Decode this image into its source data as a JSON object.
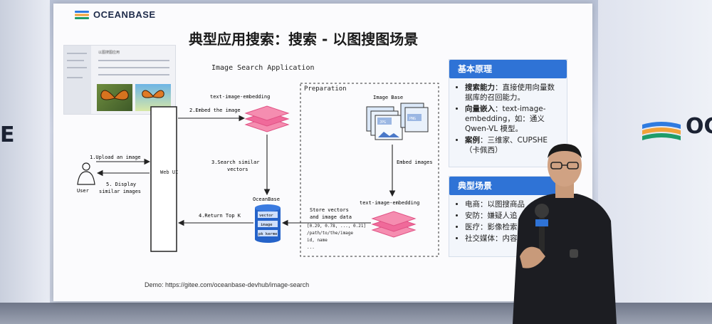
{
  "slide": {
    "brand": "OCEANBASE",
    "title": "典型应用搜索：搜索 - 以图搜图场景",
    "diagram_title": "Image Search Application",
    "thumbnail_heading": "以图搜图应用",
    "diagram": {
      "web_ui": "Web UI",
      "user": "User",
      "steps": {
        "upload": "1.Upload an image",
        "embed": "2.Embed the image",
        "search_line1": "3.Search similar",
        "search_line2": "vectors",
        "return_topk": "4.Return Top K",
        "display_line1": "5. Display",
        "display_line2": "similar images"
      },
      "embedding_model": "text-image-embedding",
      "embedding_model_prep": "text-image-embedding",
      "oceanbase": "OceanBase",
      "db_fields": [
        "vector",
        "image",
        "pk kerme"
      ],
      "preparation": "Preparation",
      "image_base": "Image Base",
      "file_badges": [
        "JPG",
        "PNG"
      ],
      "embed_images": "Embed images",
      "store_line1": "Store vectors",
      "store_line2": "and image data",
      "code_lines": [
        "[0.29, 0.78, ..., 0.21]",
        "/path/to/the/image",
        "id, name",
        "..."
      ]
    },
    "demo": "Demo:  https://gitee.com/oceanbase-devhub/image-search",
    "panel_principle": {
      "heading": "基本原理",
      "items": [
        {
          "label": "搜索能力",
          "text": "：直接使用向量数据库的召回能力。"
        },
        {
          "label": "向量嵌入",
          "text": "：text-image-embedding，如：通义Qwen-VL 模型。"
        },
        {
          "label": "案例",
          "text": "：三维家、CUPSHE（卡佩西）"
        }
      ]
    },
    "panel_scenarios": {
      "heading": "典型场景",
      "items": [
        "电商：以图搜商品",
        "安防：嫌疑人追",
        "医疗：影像检索",
        "社交媒体：内容"
      ]
    }
  },
  "side_screens": {
    "left_fragment": "E",
    "right_fragment": "OC"
  },
  "colors": {
    "accent": "#2f73d6",
    "embedding": "#f06a9a",
    "database": "#2563c9"
  }
}
